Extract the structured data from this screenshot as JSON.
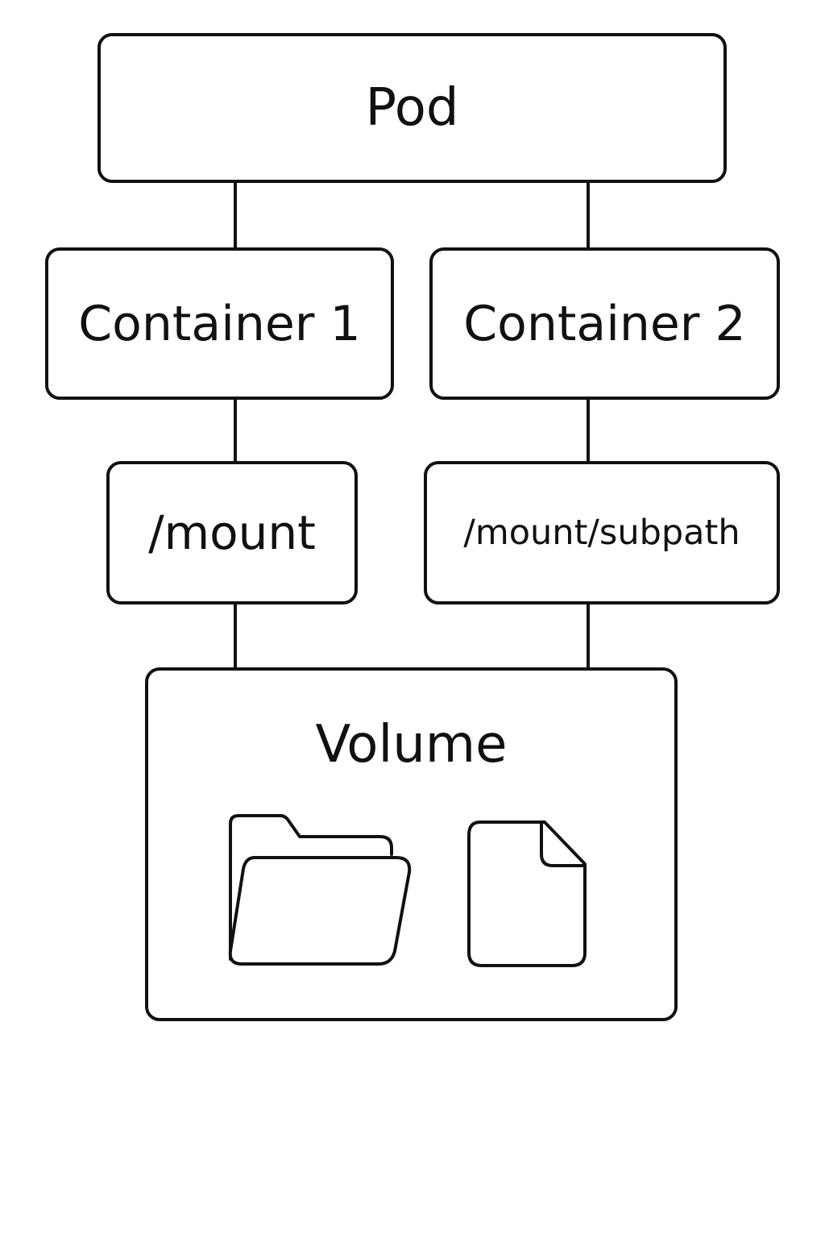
{
  "diagram": {
    "pod": {
      "label": "Pod"
    },
    "containers": [
      {
        "label": "Container 1"
      },
      {
        "label": "Container 2"
      }
    ],
    "mounts": [
      {
        "label": "/mount"
      },
      {
        "label": "/mount/subpath"
      }
    ],
    "volume": {
      "label": "Volume",
      "icons": [
        "folder-icon",
        "file-icon"
      ]
    },
    "colors": {
      "stroke": "#111111",
      "background": "#ffffff"
    }
  }
}
